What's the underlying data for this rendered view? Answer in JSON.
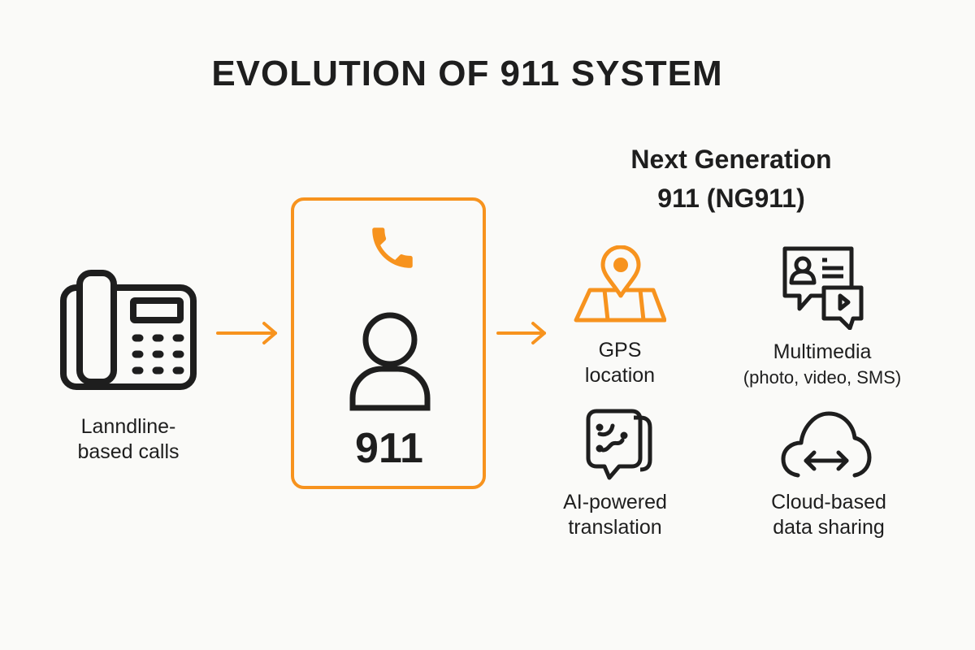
{
  "title": "EVOLUTION OF 911 SYSTEM",
  "accent_color": "#f7931e",
  "legacy": {
    "label_line1": "Lanndline-",
    "label_line2": "based calls",
    "icon": "desk-phone-icon"
  },
  "center": {
    "number": "911",
    "icons": [
      "phone-handset-icon",
      "person-icon"
    ]
  },
  "next_gen": {
    "heading_line1": "Next Generation",
    "heading_line2": "911 (NG911)",
    "features": [
      {
        "line1": "GPS",
        "line2": "location",
        "icon": "map-pin-icon"
      },
      {
        "line1": "Multimedia",
        "line2": "(photo, video, SMS)",
        "icon": "multimedia-icon"
      },
      {
        "line1": "AI-powered",
        "line2": "translation",
        "icon": "translation-icon"
      },
      {
        "line1": "Cloud-based",
        "line2": "data sharing",
        "icon": "cloud-sync-icon"
      }
    ]
  }
}
